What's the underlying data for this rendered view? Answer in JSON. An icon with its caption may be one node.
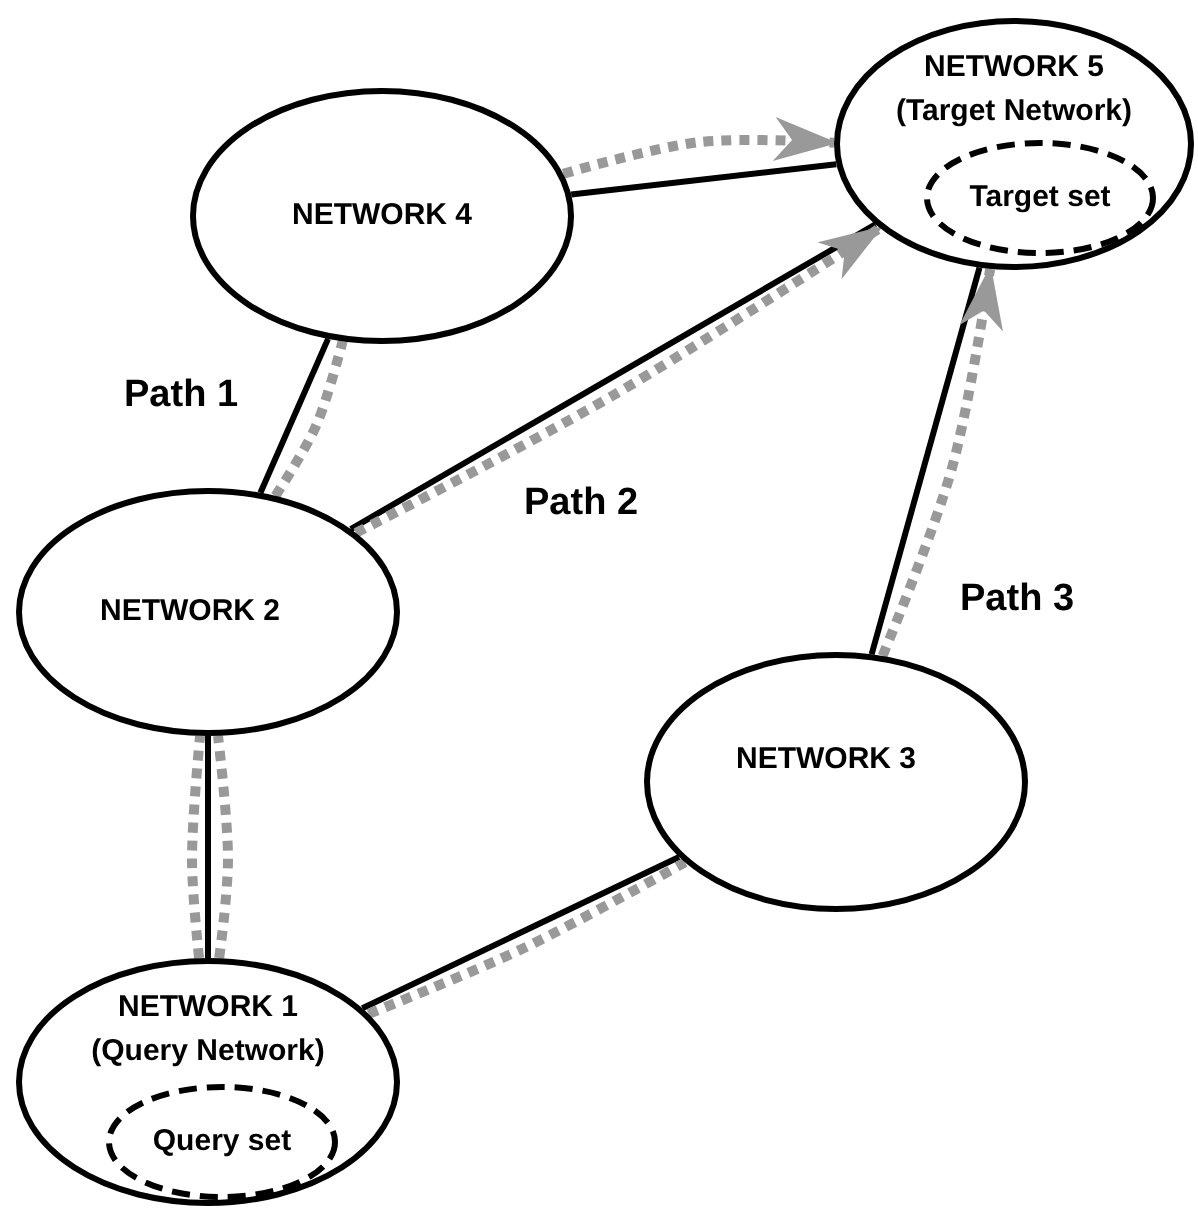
{
  "diagram": {
    "nodes": [
      {
        "text": [
          "NETWORK 5",
          "(Target Network)"
        ]
      },
      {
        "text": [
          "Target set"
        ],
        "in": 0
      },
      {
        "text": [
          "NETWORK 4"
        ]
      },
      {
        "text": [
          "NETWORK 2"
        ]
      },
      {
        "text": [
          "NETWORK 3"
        ]
      },
      {
        "text": [
          "NETWORK 1",
          "(Query Network)"
        ]
      },
      {
        "text": [
          "Query set"
        ],
        "in": 5
      }
    ],
    "edges": [
      {
        "from": 5,
        "to": 3,
        "arrow": "none",
        "color": "#000000"
      },
      {
        "from": 3,
        "to": 2,
        "arrow": "none",
        "color": "#000000"
      },
      {
        "from": 2,
        "to": 0,
        "arrow": "none",
        "color": "#000000"
      },
      {
        "from": 3,
        "to": 0,
        "arrow": "none",
        "color": "#000000"
      },
      {
        "from": 5,
        "to": 4,
        "arrow": "none",
        "color": "#000000"
      },
      {
        "from": 4,
        "to": 0,
        "arrow": "none",
        "color": "#000000"
      },
      {
        "from": 5,
        "to": 3,
        "arrow": "none",
        "style": "dashed"
      },
      {
        "from": 3,
        "to": 2,
        "arrow": "none",
        "label": "Path 1",
        "style": "dashed"
      },
      {
        "from": 2,
        "to": 0,
        "arrow": "to",
        "style": "dashed"
      },
      {
        "from": 5,
        "to": 3,
        "arrow": "none",
        "style": "dashed"
      },
      {
        "from": 3,
        "to": 0,
        "arrow": "to",
        "label": "Path 2",
        "style": "dashed"
      },
      {
        "from": 5,
        "to": 4,
        "arrow": "none",
        "style": "dashed"
      },
      {
        "from": 4,
        "to": 0,
        "arrow": "to",
        "label": "Path 3",
        "style": "dashed"
      }
    ]
  }
}
